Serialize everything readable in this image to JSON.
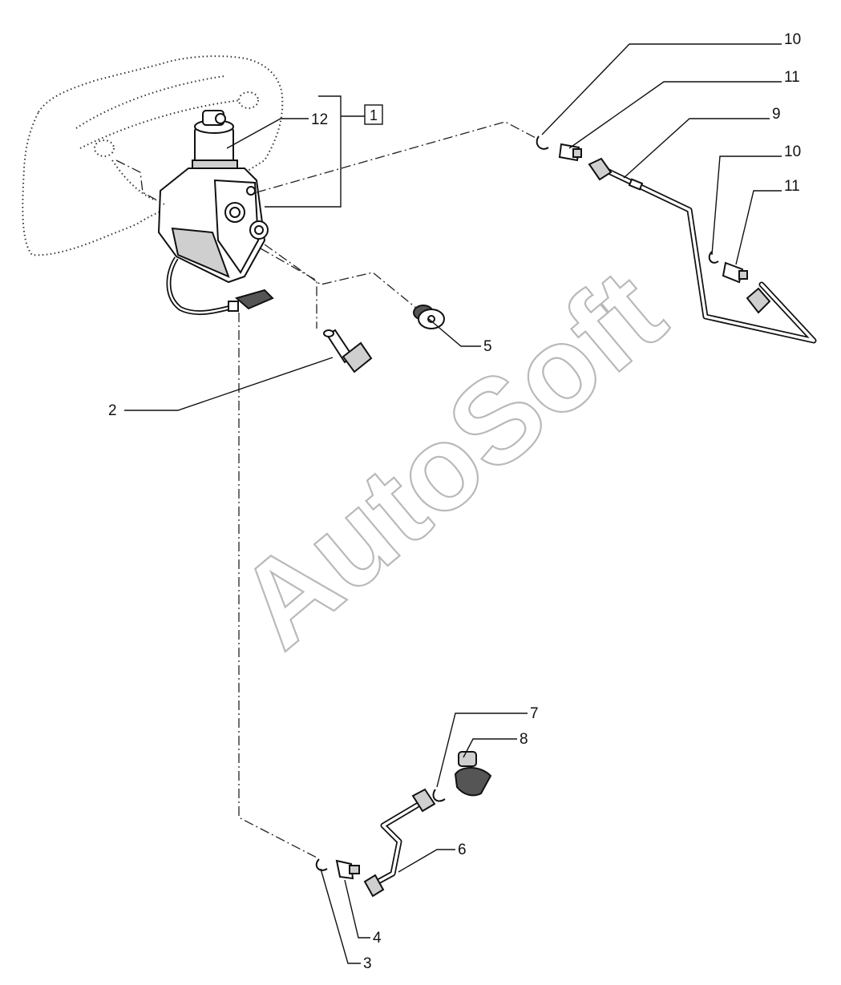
{
  "watermark": "AutoSoft",
  "assembly_box_label": "1",
  "callouts": [
    {
      "id": "c12",
      "label": "12"
    },
    {
      "id": "c10a",
      "label": "10"
    },
    {
      "id": "c11a",
      "label": "11"
    },
    {
      "id": "c9",
      "label": "9"
    },
    {
      "id": "c10b",
      "label": "10"
    },
    {
      "id": "c11b",
      "label": "11"
    },
    {
      "id": "c5",
      "label": "5"
    },
    {
      "id": "c2",
      "label": "2"
    },
    {
      "id": "c7",
      "label": "7"
    },
    {
      "id": "c8",
      "label": "8"
    },
    {
      "id": "c6",
      "label": "6"
    },
    {
      "id": "c4",
      "label": "4"
    },
    {
      "id": "c3",
      "label": "3"
    }
  ]
}
